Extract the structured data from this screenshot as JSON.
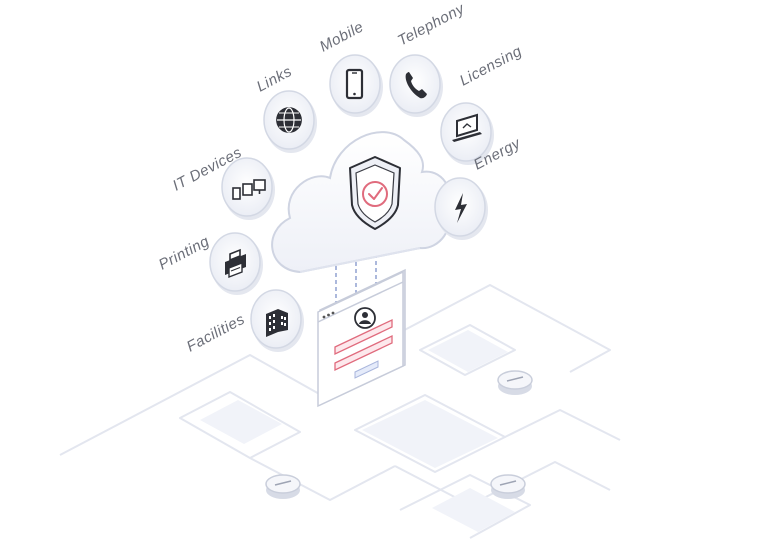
{
  "categories": {
    "links": "Links",
    "mobile": "Mobile",
    "telephony": "Telephony",
    "licensing": "Licensing",
    "energy": "Energy",
    "it_devices": "IT Devices",
    "printing": "Printing",
    "facilities": "Facilities"
  },
  "icons": {
    "links": "globe-icon",
    "mobile": "smartphone-icon",
    "telephony": "phone-handset-icon",
    "licensing": "laptop-icon",
    "energy": "lightning-bolt-icon",
    "it_devices": "devices-icon",
    "printing": "printer-icon",
    "facilities": "building-icon",
    "center": "shield-check-icon",
    "login": "user-avatar-icon"
  },
  "colors": {
    "line": "#dfe3ee",
    "surface": "#f1f3f9",
    "outline": "#cfd4e2",
    "accent": "#e06b7d",
    "ink": "#2d2f36"
  }
}
